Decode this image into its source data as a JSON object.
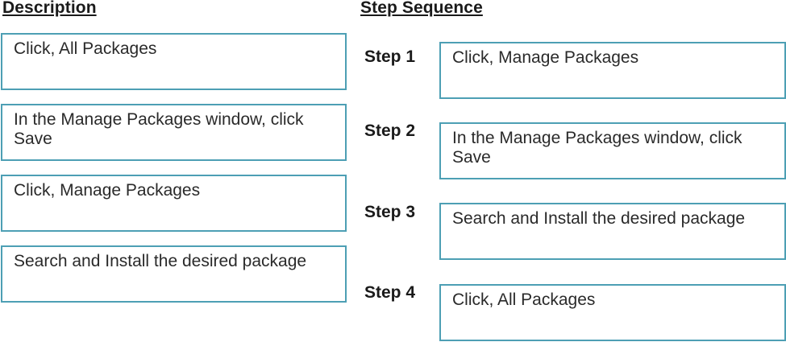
{
  "headings": {
    "description": "Description",
    "step_sequence": "Step Sequence"
  },
  "descriptions": [
    "Click, All Packages",
    "In the Manage Packages window, click Save",
    "Click, Manage Packages",
    "Search and Install the desired package"
  ],
  "steps": [
    {
      "label": "Step 1",
      "text": "Click, Manage Packages"
    },
    {
      "label": "Step 2",
      "text": "In the Manage Packages window, click Save"
    },
    {
      "label": "Step 3",
      "text": "Search and Install the desired package"
    },
    {
      "label": "Step 4",
      "text": "Click, All Packages"
    }
  ],
  "colors": {
    "box_border": "#4d9fb4"
  }
}
